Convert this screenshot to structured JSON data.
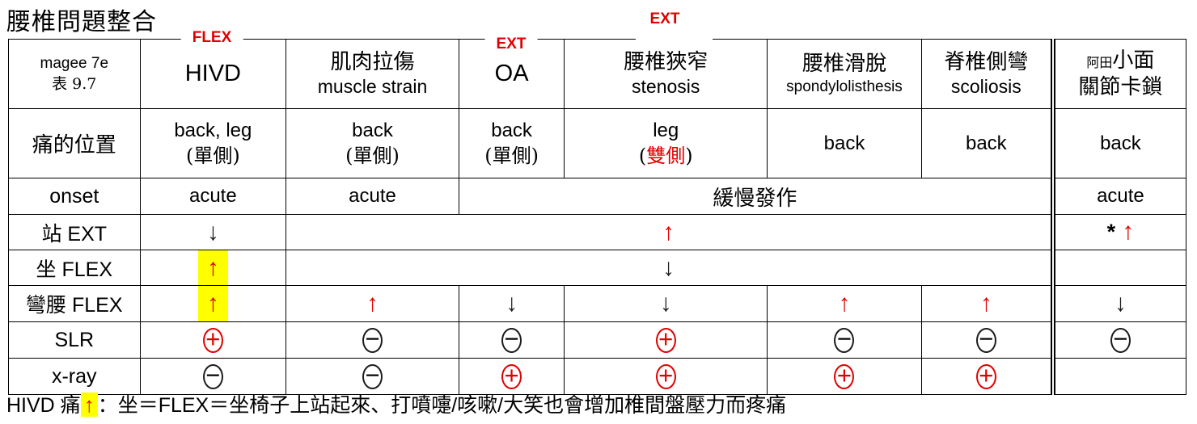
{
  "colors": {
    "red": "#e10000",
    "highlight": "#ffff00",
    "border": "#000000",
    "text": "#000000"
  },
  "title": "腰椎問題整合",
  "annotations": {
    "flex_hivd": "FLEX",
    "ext_oa": "EXT",
    "ext_stenosis": "EXT"
  },
  "header": {
    "source_line1": "magee 7e",
    "source_line2": "表 9.7",
    "cols": {
      "hivd": {
        "name": "HIVD"
      },
      "muscle_strain": {
        "zh": "肌肉拉傷",
        "en": "muscle strain"
      },
      "oa": {
        "name": "OA"
      },
      "stenosis": {
        "zh": "腰椎狹窄",
        "en": "stenosis"
      },
      "spondylolisthesis": {
        "zh": "腰椎滑脫",
        "en": "spondylolisthesis"
      },
      "scoliosis": {
        "zh": "脊椎側彎",
        "en": "scoliosis"
      },
      "facet_lock": {
        "small": "阿田",
        "zh1": "小面",
        "zh2": "關節卡鎖"
      }
    }
  },
  "rows": {
    "pain": {
      "label": "痛的位置",
      "hivd": {
        "line1": "back, leg",
        "line2": "(單側)"
      },
      "muscle_strain": {
        "line1": "back",
        "line2": "(單側)"
      },
      "oa": {
        "line1": "back",
        "line2": "(單側)"
      },
      "stenosis": {
        "line1": "leg",
        "paren_open": "(",
        "bilateral": "雙側",
        "paren_close": ")"
      },
      "spondylolisthesis": "back",
      "scoliosis": "back",
      "facet_lock": "back"
    },
    "onset": {
      "label": "onset",
      "hivd": "acute",
      "muscle_strain": "acute",
      "merged": "緩慢發作",
      "facet_lock": "acute"
    },
    "stand_ext": {
      "label": "站 EXT",
      "hivd_arrow": "↓",
      "merged_arrow": "↑",
      "facet_star": "*",
      "facet_arrow": "↑"
    },
    "sit_flex": {
      "label": "坐 FLEX",
      "hivd_arrow": "↑",
      "merged_arrow": "↓"
    },
    "bend_flex": {
      "label": "彎腰 FLEX",
      "hivd_arrow": "↑",
      "muscle_strain_arrow": "↑",
      "oa_arrow": "↓",
      "stenosis_arrow": "↓",
      "spondylolisthesis_arrow": "↑",
      "scoliosis_arrow": "↑",
      "facet_arrow": "↓"
    },
    "slr": {
      "label": "SLR",
      "hivd": "+",
      "muscle_strain": "−",
      "oa": "−",
      "stenosis": "+",
      "spondylolisthesis": "−",
      "scoliosis": "−",
      "facet_lock": "−"
    },
    "xray": {
      "label": "x-ray",
      "hivd": "−",
      "muscle_strain": "−",
      "oa": "+",
      "stenosis": "+",
      "spondylolisthesis": "+",
      "scoliosis": "+"
    }
  },
  "footer": {
    "prefix": "HIVD 痛",
    "arrow": "↑",
    "suffix": "：坐＝FLEX＝坐椅子上站起來、打噴嚏/咳嗽/大笑也會增加椎間盤壓力而疼痛"
  }
}
